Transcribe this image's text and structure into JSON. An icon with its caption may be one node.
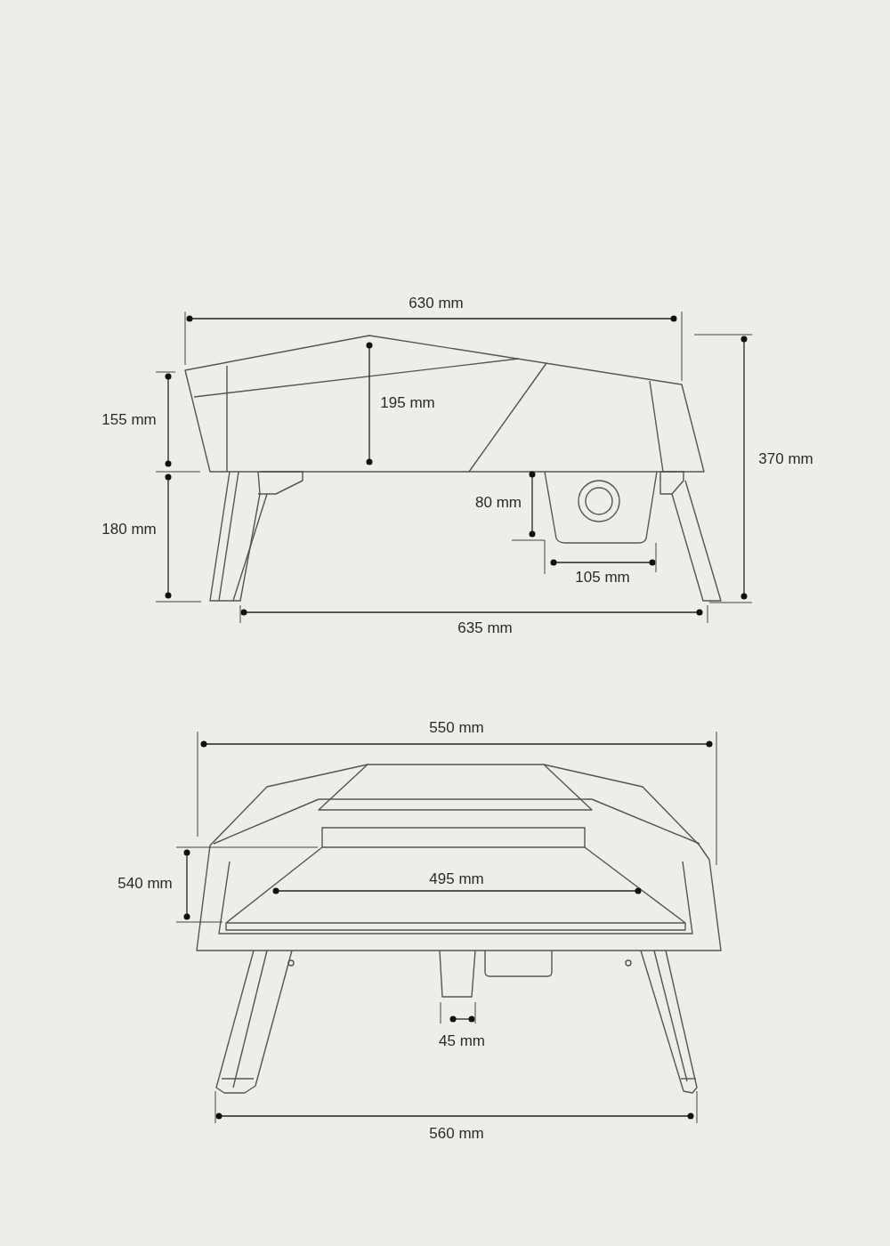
{
  "diagram": {
    "labels": [
      "630 mm",
      "195 mm",
      "155 mm",
      "370 mm",
      "80 mm",
      "180 mm",
      "105 mm",
      "635 mm",
      "550 mm",
      "495 mm",
      "540 mm",
      "45 mm",
      "560 mm"
    ]
  }
}
